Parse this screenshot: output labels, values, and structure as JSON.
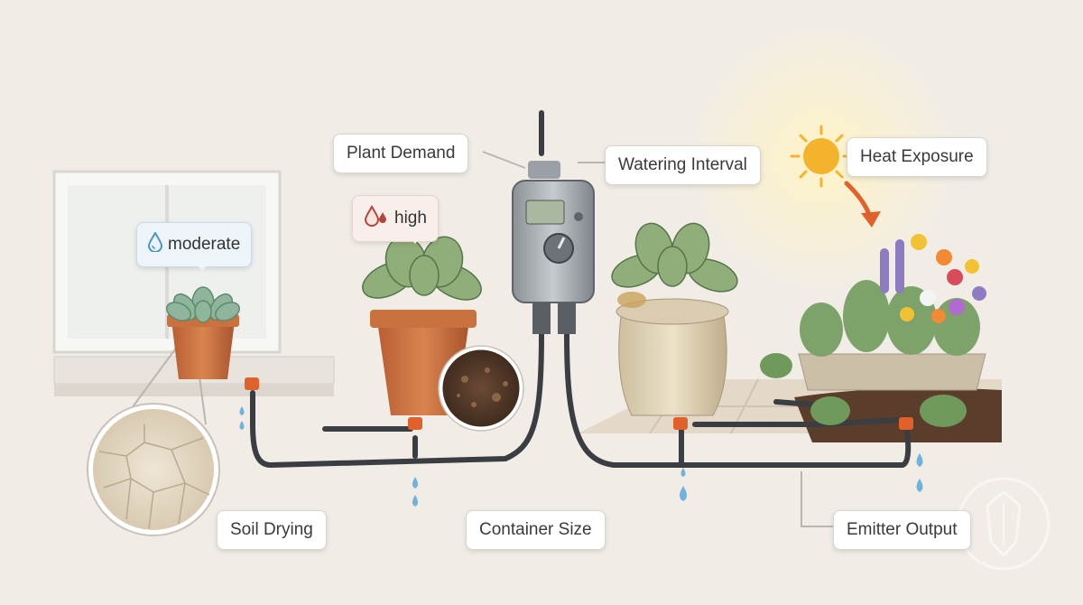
{
  "labels": {
    "plant_demand": "Plant Demand",
    "watering_interval": "Watering Interval",
    "heat_exposure": "Heat Exposure",
    "soil_drying": "Soil Drying",
    "container_size": "Container Size",
    "emitter_output": "Emitter Output"
  },
  "demand_badges": {
    "moderate": "moderate",
    "high": "high"
  },
  "icons": [
    "water-drop-icon",
    "sun-icon",
    "arrow-icon",
    "shield-logo-icon"
  ],
  "colors": {
    "background": "#f1ede6",
    "tubing": "#3a3d42",
    "emitter": "#e0612a",
    "water": "#6fb2de",
    "terracotta": "#c9713f",
    "sun": "#f4b32c"
  }
}
